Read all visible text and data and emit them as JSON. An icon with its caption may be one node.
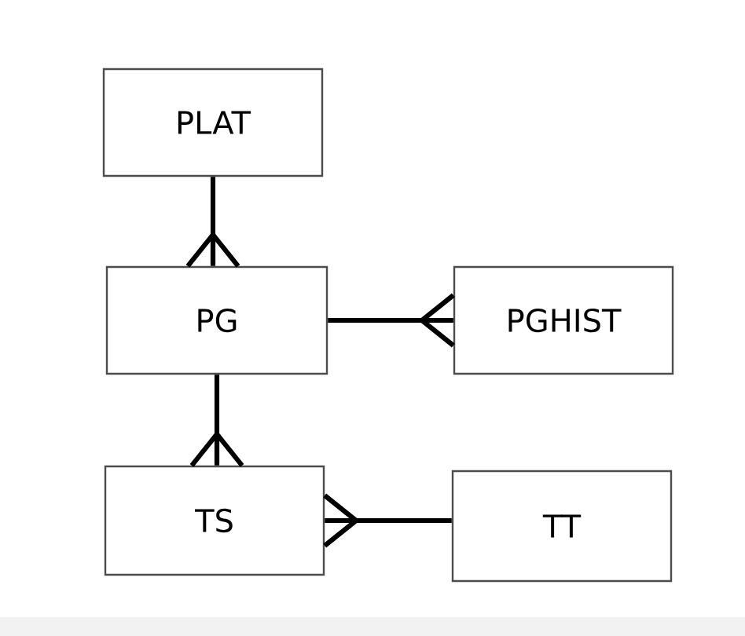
{
  "diagram": {
    "nodes": [
      {
        "text": [
          "PLAT"
        ]
      },
      {
        "text": [
          "PG"
        ]
      },
      {
        "text": [
          "PGHIST"
        ]
      },
      {
        "text": [
          "TS"
        ]
      },
      {
        "text": [
          "TT"
        ]
      }
    ],
    "edges": [
      {
        "from": 0,
        "to": 1,
        "arrow": "other"
      },
      {
        "from": 1,
        "to": 2,
        "arrow": "other"
      },
      {
        "from": 1,
        "to": 3,
        "arrow": "other"
      },
      {
        "from": 4,
        "to": 3,
        "arrow": "other"
      }
    ]
  }
}
